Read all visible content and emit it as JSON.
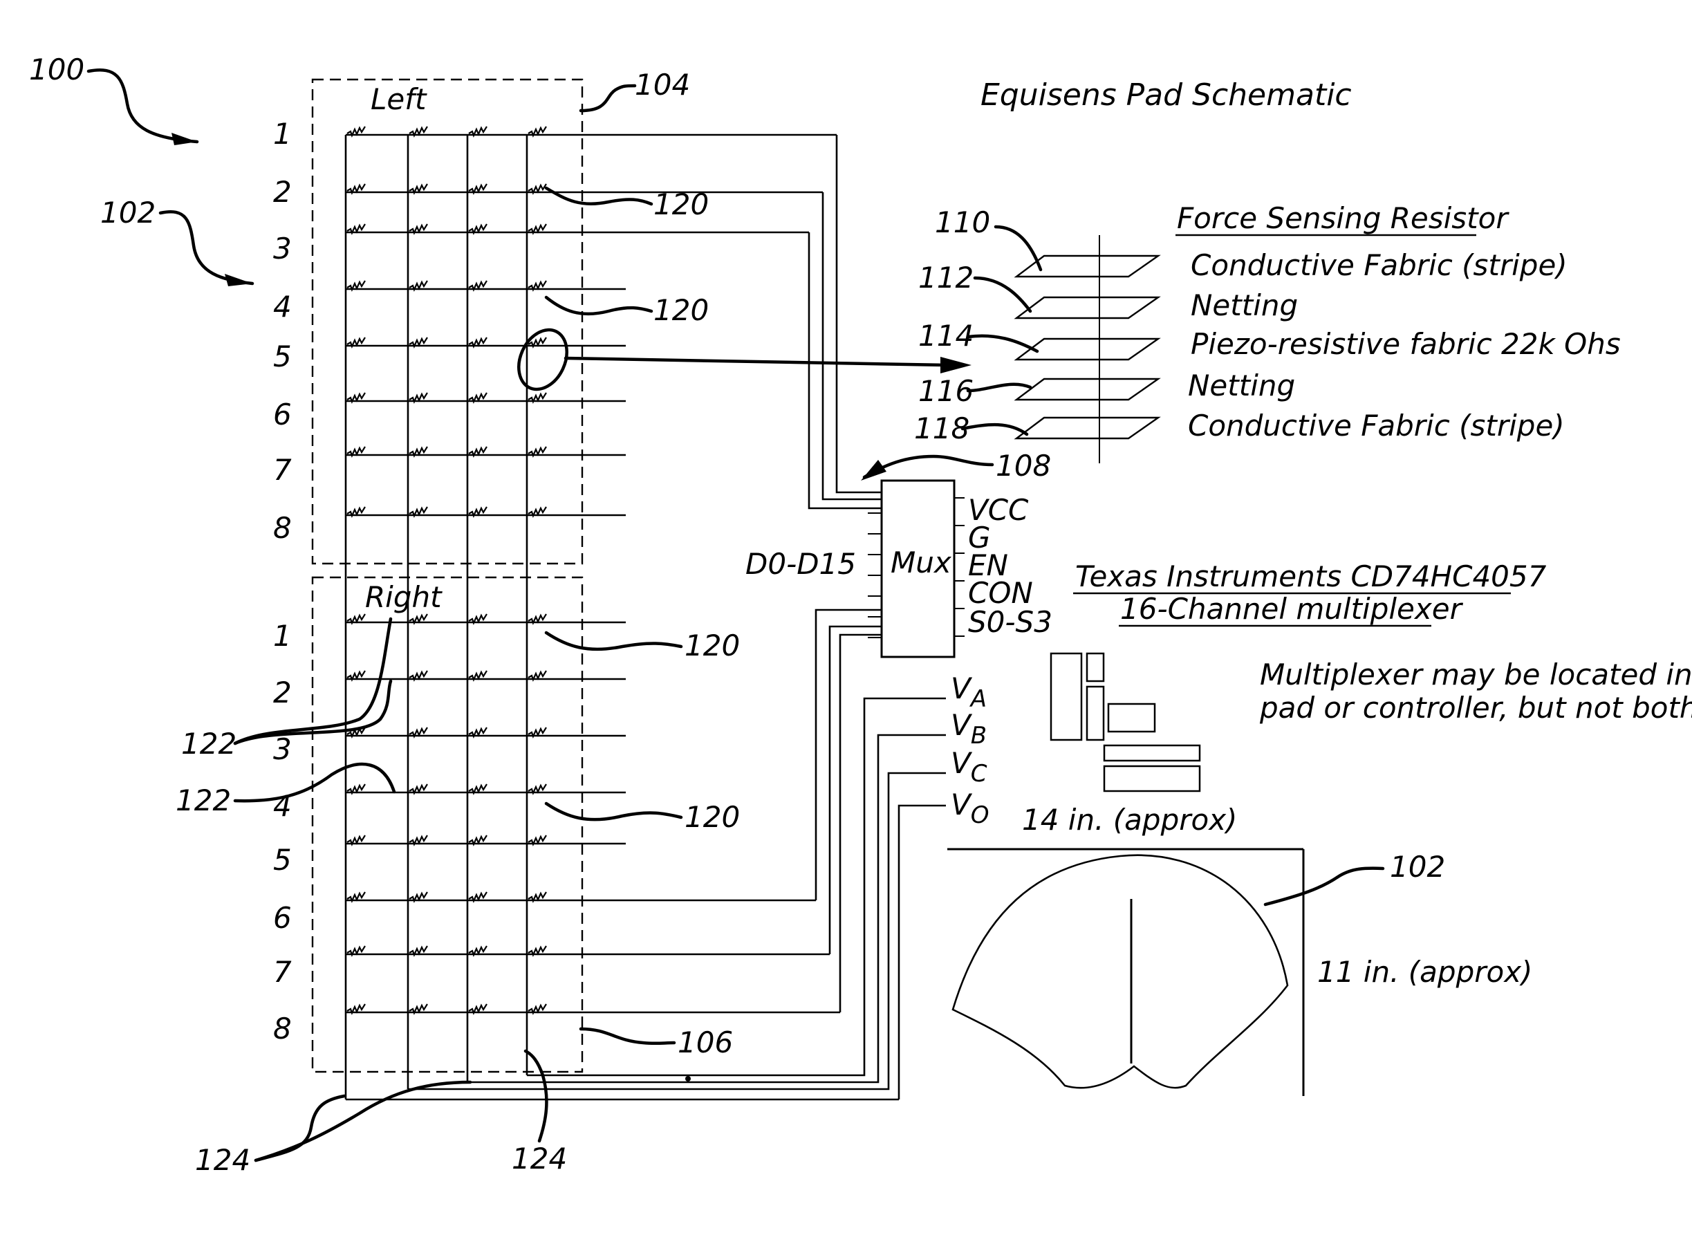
{
  "title": "Equisens Pad Schematic",
  "refs": {
    "r100": "100",
    "r102a": "102",
    "r102b": "102",
    "r104": "104",
    "r106": "106",
    "r108": "108",
    "r110": "110",
    "r112": "112",
    "r114": "114",
    "r116": "116",
    "r118": "118",
    "r120a": "120",
    "r120b": "120",
    "r120c": "120",
    "r120d": "120",
    "r122a": "122",
    "r122b": "122",
    "r124a": "124",
    "r124b": "124"
  },
  "left_pad": {
    "label": "Left",
    "rows": [
      "1",
      "2",
      "3",
      "4",
      "5",
      "6",
      "7",
      "8"
    ]
  },
  "right_pad": {
    "label": "Right",
    "rows": [
      "1",
      "2",
      "3",
      "4",
      "5",
      "6",
      "7",
      "8"
    ]
  },
  "fsr": {
    "heading": "Force Sensing Resistor",
    "layers": [
      "Conductive Fabric (stripe)",
      "Netting",
      "Piezo-resistive fabric 22k Ohs",
      "Netting",
      "Conductive Fabric (stripe)"
    ]
  },
  "mux": {
    "label": "Mux",
    "data_pins": "D0-D15",
    "pins": [
      "VCC",
      "G",
      "EN",
      "CON",
      "S0-S3"
    ]
  },
  "mux_part": {
    "line1": "Texas Instruments CD74HC4057",
    "line2": "16-Channel multiplexer"
  },
  "note": {
    "line1": "Multiplexer may be located in",
    "line2": "pad or controller, but not both."
  },
  "signals": {
    "va": {
      "main": "V",
      "sub": "A"
    },
    "vb": {
      "main": "V",
      "sub": "B"
    },
    "vc": {
      "main": "V",
      "sub": "C"
    },
    "vo": {
      "main": "V",
      "sub": "O"
    }
  },
  "dimensions": {
    "width": "14 in. (approx)",
    "height": "11 in. (approx)"
  }
}
